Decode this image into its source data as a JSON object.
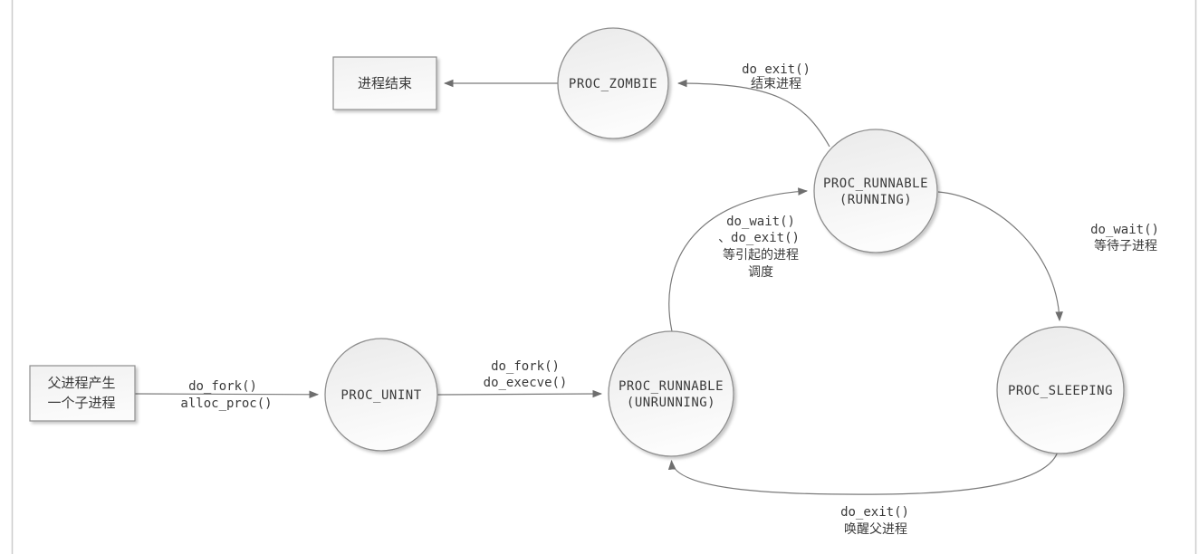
{
  "diagram_title": "process-state-transition-diagram",
  "nodes": {
    "zombie": {
      "label": "PROC_ZOMBIE"
    },
    "running": {
      "label1": "PROC_RUNNABLE",
      "label2": "(RUNNING)"
    },
    "unint": {
      "label": "PROC_UNINT"
    },
    "unrunning": {
      "label1": "PROC_RUNNABLE",
      "label2": "(UNRUNNING)"
    },
    "sleeping": {
      "label": "PROC_SLEEPING"
    }
  },
  "boxes": {
    "process_end": {
      "label": "进程结束"
    },
    "parent_fork": {
      "line1": "父进程产生",
      "line2": "一个子进程"
    }
  },
  "edges": {
    "running_to_zombie": {
      "line1": "do_exit()",
      "line2": "结束进程"
    },
    "unrunning_to_running": {
      "line1": "do_wait()",
      "line2": "、do_exit()",
      "line3": "等引起的进程",
      "line4": "调度"
    },
    "running_to_sleeping": {
      "line1": "do_wait()",
      "line2": "等待子进程"
    },
    "box_to_unint": {
      "line1": "do_fork()",
      "line2": "alloc_proc()"
    },
    "unint_to_unrunning": {
      "line1": "do_fork()",
      "line2": "do_execve()"
    },
    "sleeping_to_unrunning": {
      "line1": "do_exit()",
      "line2": "唤醒父进程"
    }
  },
  "colors": {
    "edge_stroke": "#7a7a7a",
    "node_border": "#8e8e8e",
    "node_fill_top": "#ebebeb",
    "node_fill_bottom": "#fcfcfc",
    "text": "#3a3a3a",
    "page_border": "#cccccc",
    "background": "#ffffff"
  }
}
